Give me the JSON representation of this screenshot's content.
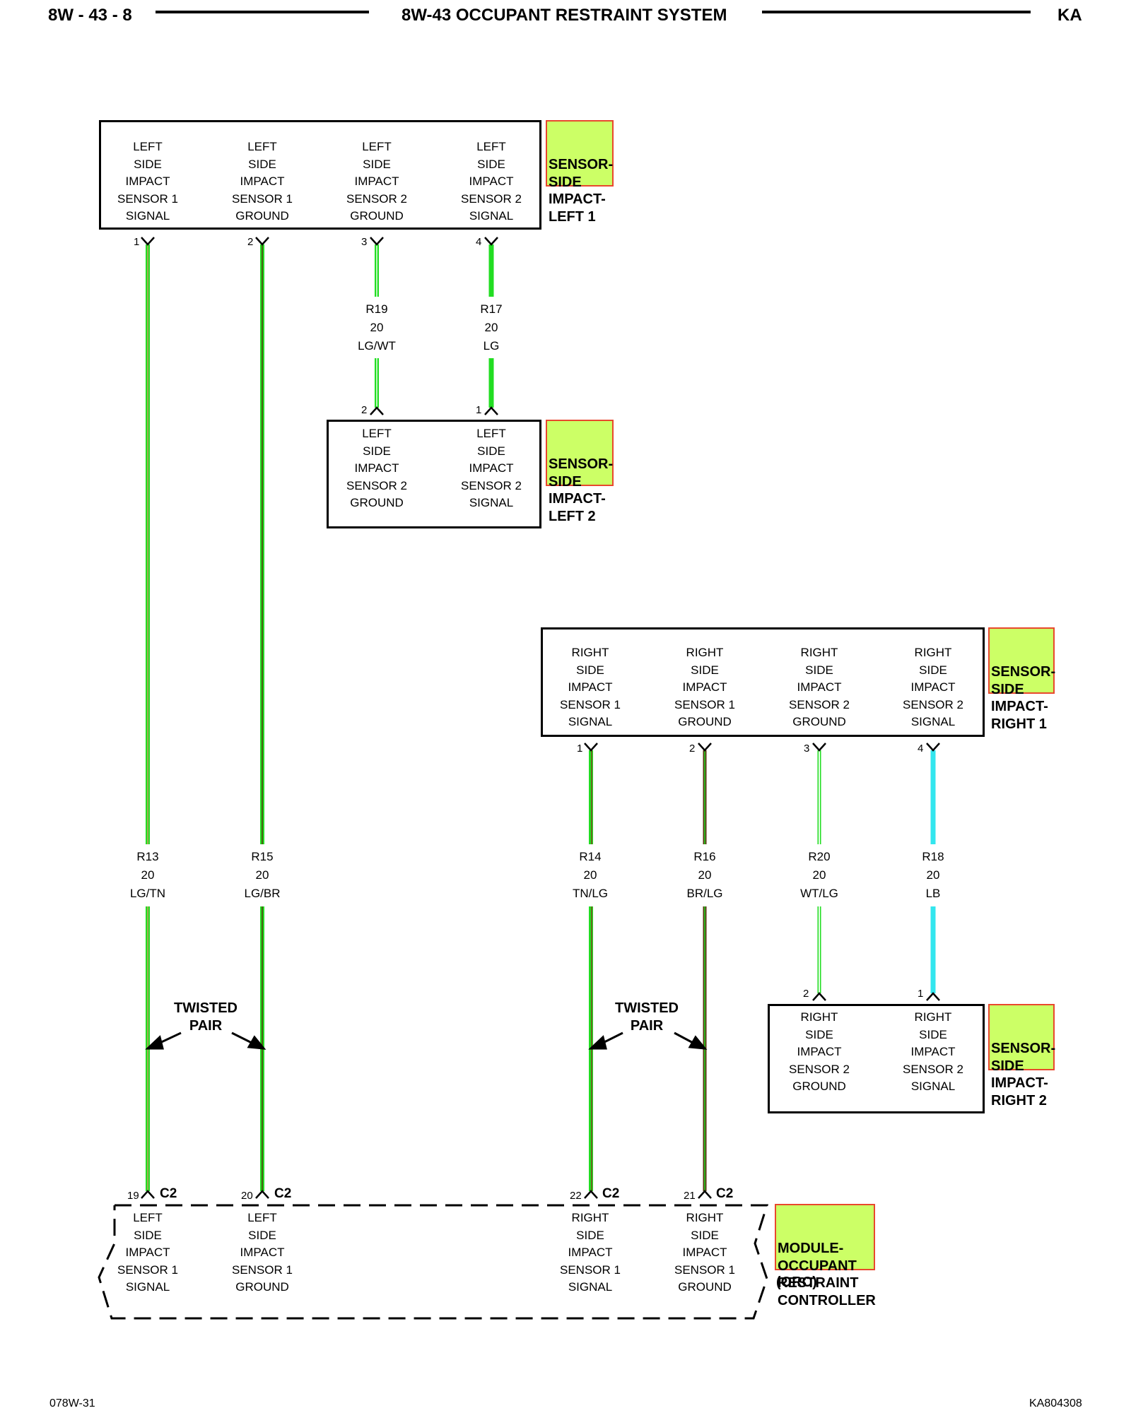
{
  "header": {
    "page_left": "8W - 43 - 8",
    "title": "8W-43 OCCUPANT RESTRAINT SYSTEM",
    "page_right": "KA"
  },
  "footer": {
    "left": "078W-31",
    "right": "KA804308"
  },
  "components": {
    "left1": {
      "name": [
        "SENSOR-",
        "SIDE",
        "IMPACT-",
        "LEFT 1"
      ],
      "pins": [
        {
          "pin": "1",
          "lines": [
            "LEFT",
            "SIDE",
            "IMPACT",
            "SENSOR 1",
            "SIGNAL"
          ]
        },
        {
          "pin": "2",
          "lines": [
            "LEFT",
            "SIDE",
            "IMPACT",
            "SENSOR 1",
            "GROUND"
          ]
        },
        {
          "pin": "3",
          "lines": [
            "LEFT",
            "SIDE",
            "IMPACT",
            "SENSOR 2",
            "GROUND"
          ]
        },
        {
          "pin": "4",
          "lines": [
            "LEFT",
            "SIDE",
            "IMPACT",
            "SENSOR 2",
            "SIGNAL"
          ]
        }
      ]
    },
    "left2": {
      "name": [
        "SENSOR-",
        "SIDE",
        "IMPACT-",
        "LEFT 2"
      ],
      "pins": [
        {
          "pin": "2",
          "lines": [
            "LEFT",
            "SIDE",
            "IMPACT",
            "SENSOR 2",
            "GROUND"
          ]
        },
        {
          "pin": "1",
          "lines": [
            "LEFT",
            "SIDE",
            "IMPACT",
            "SENSOR 2",
            "SIGNAL"
          ]
        }
      ]
    },
    "right1": {
      "name": [
        "SENSOR-",
        "SIDE",
        "IMPACT-",
        "RIGHT 1"
      ],
      "pins": [
        {
          "pin": "1",
          "lines": [
            "RIGHT",
            "SIDE",
            "IMPACT",
            "SENSOR 1",
            "SIGNAL"
          ]
        },
        {
          "pin": "2",
          "lines": [
            "RIGHT",
            "SIDE",
            "IMPACT",
            "SENSOR 1",
            "GROUND"
          ]
        },
        {
          "pin": "3",
          "lines": [
            "RIGHT",
            "SIDE",
            "IMPACT",
            "SENSOR 2",
            "GROUND"
          ]
        },
        {
          "pin": "4",
          "lines": [
            "RIGHT",
            "SIDE",
            "IMPACT",
            "SENSOR 2",
            "SIGNAL"
          ]
        }
      ]
    },
    "right2": {
      "name": [
        "SENSOR-",
        "SIDE",
        "IMPACT-",
        "RIGHT 2"
      ],
      "pins": [
        {
          "pin": "2",
          "lines": [
            "RIGHT",
            "SIDE",
            "IMPACT",
            "SENSOR 2",
            "GROUND"
          ]
        },
        {
          "pin": "1",
          "lines": [
            "RIGHT",
            "SIDE",
            "IMPACT",
            "SENSOR 2",
            "SIGNAL"
          ]
        }
      ]
    },
    "orc": {
      "name": [
        "MODULE-",
        "OCCUPANT",
        "RESTRAINT",
        "CONTROLLER"
      ],
      "abbr": "(ORC)",
      "connector": "C2",
      "pins": [
        {
          "pin": "19",
          "lines": [
            "LEFT",
            "SIDE",
            "IMPACT",
            "SENSOR 1",
            "SIGNAL"
          ]
        },
        {
          "pin": "20",
          "lines": [
            "LEFT",
            "SIDE",
            "IMPACT",
            "SENSOR 1",
            "GROUND"
          ]
        },
        {
          "pin": "22",
          "lines": [
            "RIGHT",
            "SIDE",
            "IMPACT",
            "SENSOR 1",
            "SIGNAL"
          ]
        },
        {
          "pin": "21",
          "lines": [
            "RIGHT",
            "SIDE",
            "IMPACT",
            "SENSOR 1",
            "GROUND"
          ]
        }
      ]
    }
  },
  "wires": {
    "R13": {
      "circuit": "R13",
      "gauge": "20",
      "color_code": "LG/TN"
    },
    "R15": {
      "circuit": "R15",
      "gauge": "20",
      "color_code": "LG/BR"
    },
    "R19": {
      "circuit": "R19",
      "gauge": "20",
      "color_code": "LG/WT"
    },
    "R17": {
      "circuit": "R17",
      "gauge": "20",
      "color_code": "LG"
    },
    "R14": {
      "circuit": "R14",
      "gauge": "20",
      "color_code": "TN/LG"
    },
    "R16": {
      "circuit": "R16",
      "gauge": "20",
      "color_code": "BR/LG"
    },
    "R20": {
      "circuit": "R20",
      "gauge": "20",
      "color_code": "WT/LG"
    },
    "R18": {
      "circuit": "R18",
      "gauge": "20",
      "color_code": "LB"
    }
  },
  "twisted_pair": [
    "TWISTED",
    "PAIR"
  ],
  "colors": {
    "light_green": "#22dd22",
    "tan_stripe": "#c2a060",
    "brown_stripe": "#5a3310",
    "white_stripe": "#e6ffe6",
    "light_blue": "#33e6ee",
    "tag_fill": "#ccff66",
    "tag_border": "#e8482d"
  }
}
